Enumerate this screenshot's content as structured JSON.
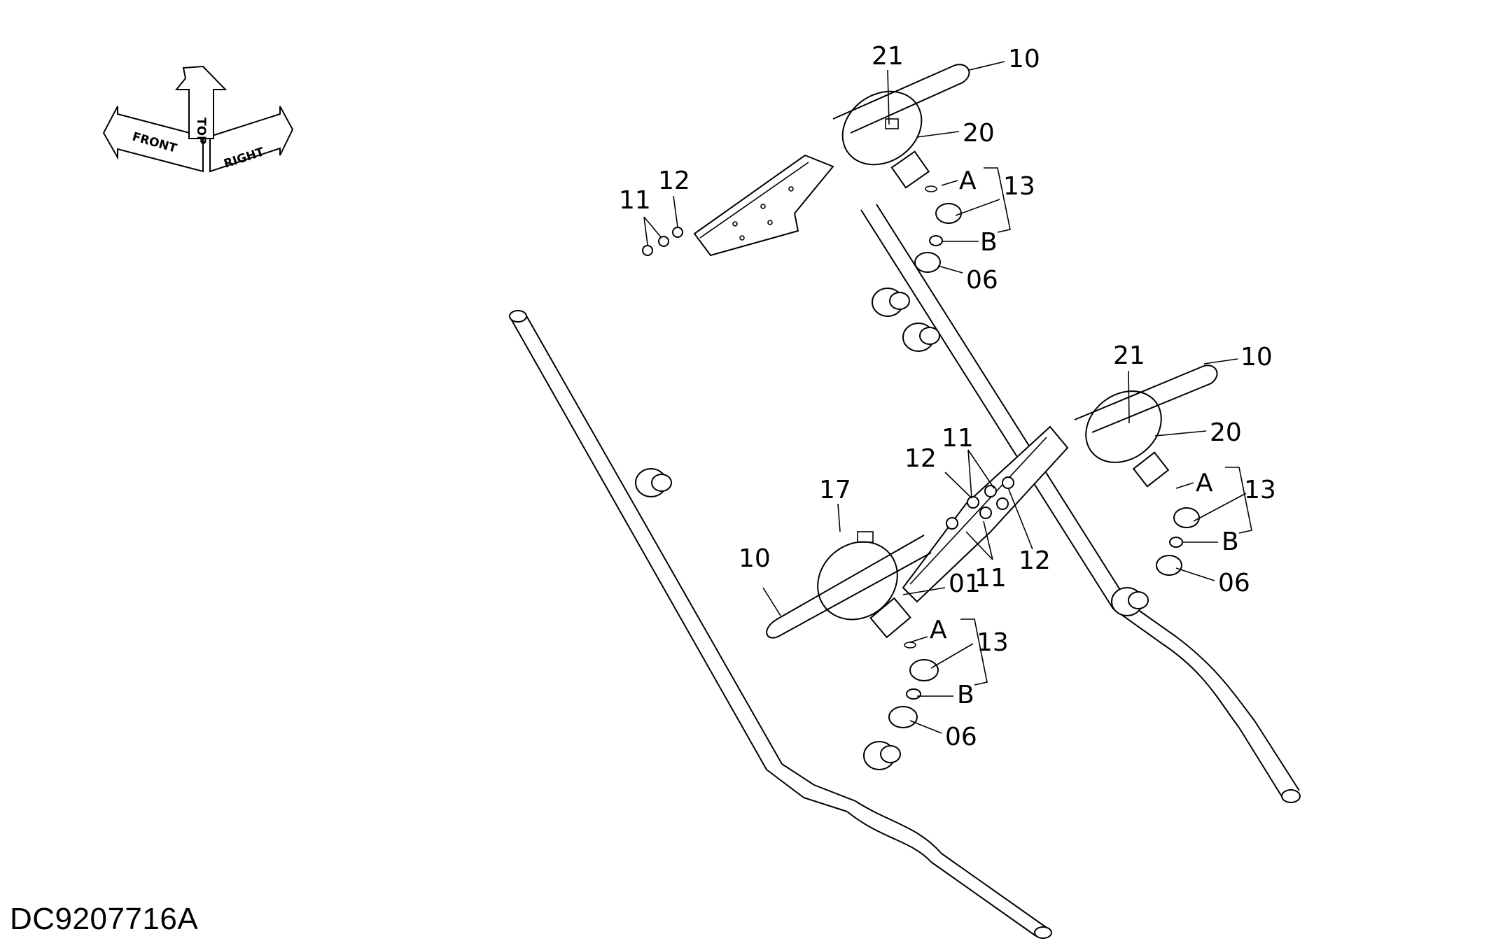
{
  "document_code": "DC9207716A",
  "orientation": {
    "labels": [
      "FRONT",
      "TOP",
      "RIGHT"
    ]
  },
  "callouts": {
    "c1": "21",
    "c2": "10",
    "c3": "20",
    "c4": "A",
    "c5": "13",
    "c6": "B",
    "c7": "06",
    "c8": "11",
    "c9": "12",
    "c10": "21",
    "c11": "10",
    "c12": "20",
    "c13": "A",
    "c14": "13",
    "c15": "B",
    "c16": "06",
    "c17": "11",
    "c18": "12",
    "c19": "12",
    "c20": "11",
    "c21": "17",
    "c22": "10",
    "c23": "01",
    "c24": "A",
    "c25": "13",
    "c26": "B",
    "c27": "06"
  }
}
